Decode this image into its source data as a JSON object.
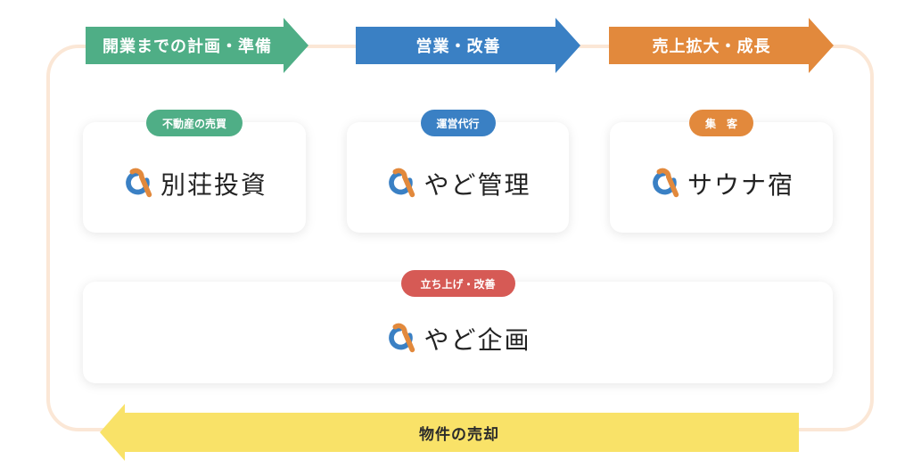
{
  "colors": {
    "green": "#4fae86",
    "blue": "#3a80c4",
    "orange": "#e2893c",
    "yellow": "#f9e268",
    "red": "#d65a55",
    "loop": "#fbe7d6",
    "logo_blue": "#3a80c4",
    "logo_orange": "#e2893c"
  },
  "arrows": [
    {
      "label": "開業までの計画・準備",
      "color": "#4fae86"
    },
    {
      "label": "営業・改善",
      "color": "#3a80c4"
    },
    {
      "label": "売上拡大・成長",
      "color": "#e2893c"
    },
    {
      "label": "物件の売却",
      "color": "#f9e268"
    }
  ],
  "services": [
    {
      "tag": "不動産の売買",
      "tag_color": "#4fae86",
      "name": "別荘投資",
      "logo_icon": "ampersand-logo-icon"
    },
    {
      "tag": "運営代行",
      "tag_color": "#3a80c4",
      "name": "やど管理",
      "logo_icon": "ampersand-logo-icon"
    },
    {
      "tag": "集　客",
      "tag_color": "#e2893c",
      "name": "サウナ宿",
      "logo_icon": "ampersand-logo-icon"
    },
    {
      "tag": "立ち上げ・改善",
      "tag_color": "#d65a55",
      "name": "やど企画",
      "logo_icon": "ampersand-logo-icon"
    }
  ]
}
